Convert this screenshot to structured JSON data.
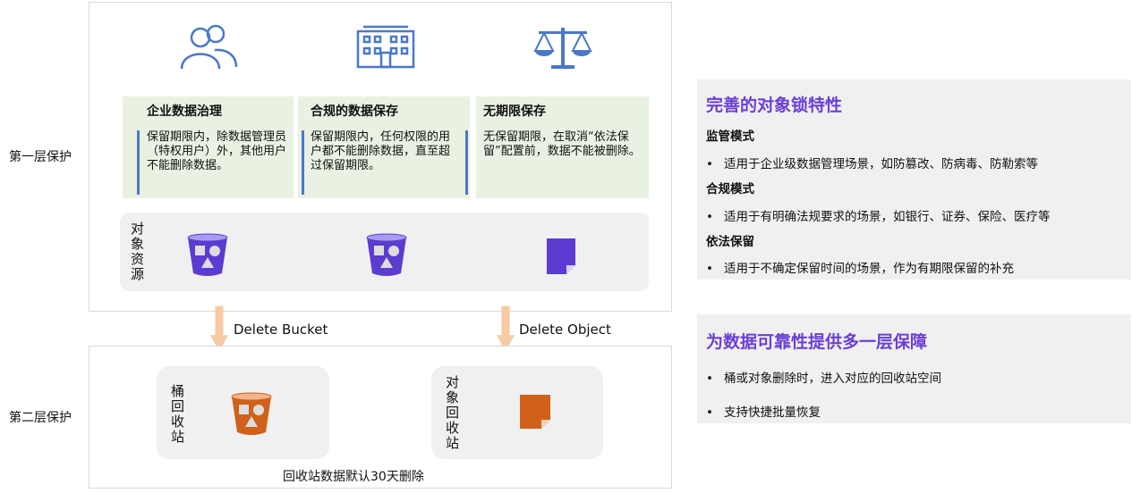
{
  "layers": {
    "first": "第一层保护",
    "second": "第二层保护"
  },
  "icons": [
    "users-icon",
    "building-icon",
    "scale-icon"
  ],
  "cards": [
    {
      "title": "企业数据治理",
      "body": "保留期限内，除数据管理员（特权用户）外，其他用户不能删除数据。"
    },
    {
      "title": "合规的数据保存",
      "body": "保留期限内，任何权限的用户都不能删除数据，直至超过保留期限。"
    },
    {
      "title": "无期限保存",
      "body": "无保留期限，在取消“依法保留”配置前，数据不能被删除。"
    }
  ],
  "resources": {
    "label": "对象资源"
  },
  "arrows": {
    "bucket": "Delete Bucket",
    "object": "Delete Object"
  },
  "recycle": {
    "bucket_label": "桶回收站",
    "object_label": "对象回收站",
    "note": "回收站数据默认30天删除"
  },
  "right": {
    "lock": {
      "title": "完善的对象锁特性",
      "modes": [
        {
          "name": "监管模式",
          "desc": "适用于企业级数据管理场景，如防篡改、防病毒、防勒索等"
        },
        {
          "name": "合规模式",
          "desc": "适用于有明确法规要求的场景，如银行、证券、保险、医疗等"
        },
        {
          "name": "依法保留",
          "desc": "适用于不确定保留时间的场景，作为有期限保留的补充"
        }
      ]
    },
    "reliability": {
      "title": "为数据可靠性提供多一层保障",
      "bullets": [
        "桶或对象删除时，进入对应的回收站空间",
        "支持快捷批量恢复"
      ]
    }
  },
  "colors": {
    "accent": "#6b3fd6",
    "icon_blue": "#4a78c8",
    "purple": "#5b3bd0",
    "orange": "#d0601a",
    "arrow": "#f6cba3",
    "card": "#e9f1e2"
  }
}
